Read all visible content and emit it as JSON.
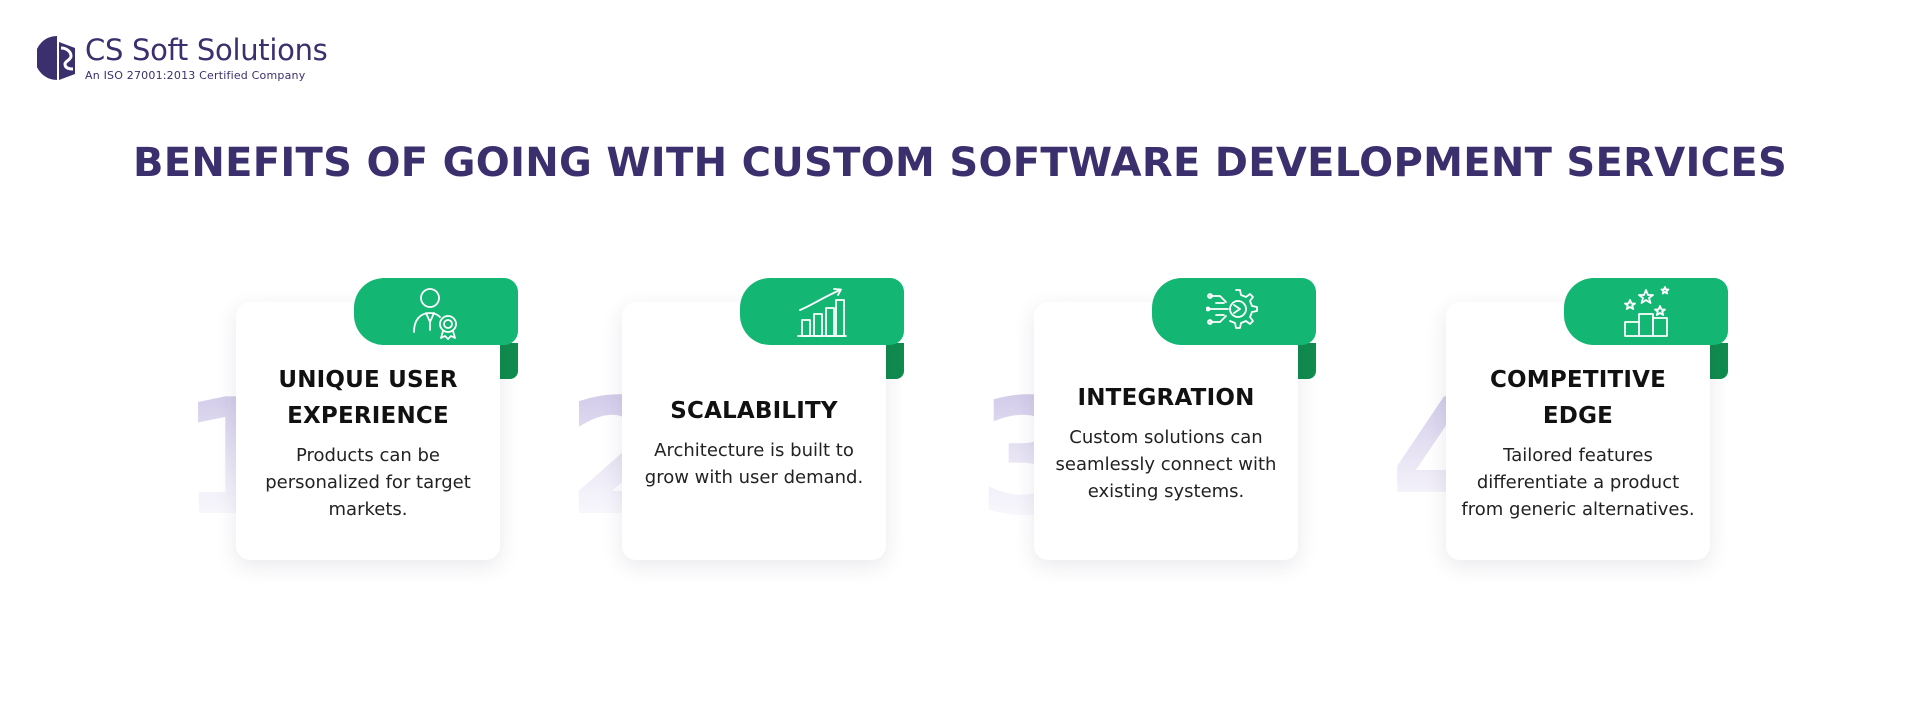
{
  "brand": {
    "name": "CS Soft Solutions",
    "tagline": "An ISO 27001:2013 Certified Company",
    "primary_color": "#3b2f6e",
    "accent_color": "#13b672"
  },
  "heading": "BENEFITS OF GOING WITH CUSTOM SOFTWARE DEVELOPMENT SERVICES",
  "benefits": [
    {
      "number": "1",
      "icon": "user-award-icon",
      "title": "UNIQUE USER EXPERIENCE",
      "description": "Products can be personalized for target markets."
    },
    {
      "number": "2",
      "icon": "growth-chart-icon",
      "title": "SCALABILITY",
      "description": "Architecture is built to grow with user demand."
    },
    {
      "number": "3",
      "icon": "circuit-gear-icon",
      "title": "INTEGRATION",
      "description": "Custom solutions can seamlessly connect with existing systems."
    },
    {
      "number": "4",
      "icon": "podium-stars-icon",
      "title": "COMPETITIVE EDGE",
      "description": "Tailored features differentiate a product from generic alternatives."
    }
  ]
}
